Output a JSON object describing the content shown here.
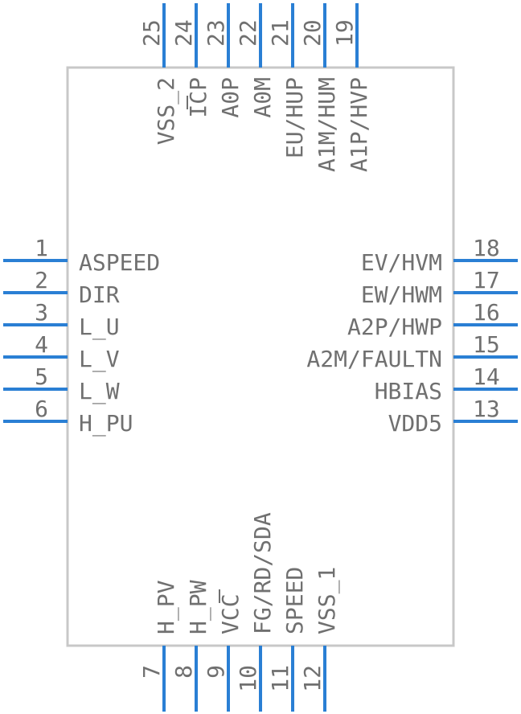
{
  "colors": {
    "pin": "#2a7fd4",
    "body_stroke": "#c8c8c8",
    "text": "#707070"
  },
  "pins": {
    "left": [
      {
        "number": "1",
        "name": "ASPEED"
      },
      {
        "number": "2",
        "name": "DIR"
      },
      {
        "number": "3",
        "name": "L_U"
      },
      {
        "number": "4",
        "name": "L_V"
      },
      {
        "number": "5",
        "name": "L_W"
      },
      {
        "number": "6",
        "name": "H_PU"
      }
    ],
    "bottom": [
      {
        "number": "7",
        "name": "H_PV"
      },
      {
        "number": "8",
        "name": "H_PW"
      },
      {
        "number": "9",
        "name": "VCC"
      },
      {
        "number": "10",
        "name": "FG/RD/SDA"
      },
      {
        "number": "11",
        "name": "SPEED"
      },
      {
        "number": "12",
        "name": "VSS_1"
      }
    ],
    "right": [
      {
        "number": "13",
        "name": "VDD5"
      },
      {
        "number": "14",
        "name": "HBIAS"
      },
      {
        "number": "15",
        "name": "A2M/FAULTN"
      },
      {
        "number": "16",
        "name": "A2P/HWP"
      },
      {
        "number": "17",
        "name": "EW/HWM"
      },
      {
        "number": "18",
        "name": "EV/HVM"
      }
    ],
    "top": [
      {
        "number": "19",
        "name": "A1P/HVP"
      },
      {
        "number": "20",
        "name": "A1M/HUM"
      },
      {
        "number": "21",
        "name": "EU/HUP"
      },
      {
        "number": "22",
        "name": "A0M"
      },
      {
        "number": "23",
        "name": "A0P"
      },
      {
        "number": "24",
        "name": "ICP"
      },
      {
        "number": "25",
        "name": "VSS_2"
      }
    ]
  }
}
